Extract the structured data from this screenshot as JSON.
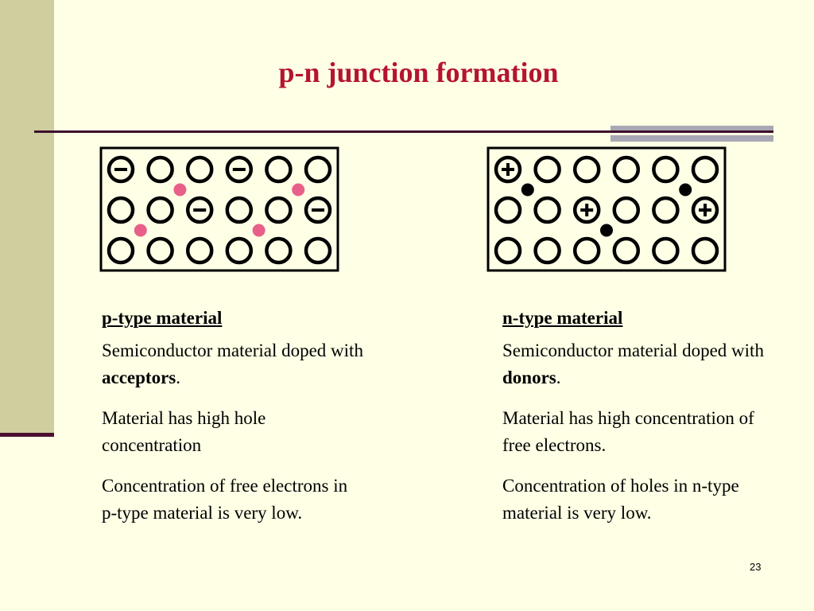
{
  "slide": {
    "title": "p-n junction formation",
    "page_number": "23"
  },
  "p_type": {
    "heading": "p-type material",
    "line1": "Semiconductor material doped with ",
    "line1_bold": "acceptors",
    "line1_end": ".",
    "line2": "Material has high hole concentration",
    "line3": "Concentration of free electrons in p-type material is very low."
  },
  "n_type": {
    "heading": "n-type material",
    "line1": "Semiconductor material doped with ",
    "line1_bold": "donors",
    "line1_end": ".",
    "line2": "Material has high concentration of free electrons.",
    "line3": "Concentration of holes in n-type material is very low."
  },
  "lattice": {
    "rows": 3,
    "cols": 6,
    "p_charged_atoms": [
      [
        0,
        0
      ],
      [
        0,
        3
      ],
      [
        1,
        2
      ],
      [
        1,
        5
      ]
    ],
    "n_charged_atoms": [
      [
        0,
        0
      ],
      [
        1,
        2
      ],
      [
        1,
        5
      ]
    ],
    "p_hole_positions": [
      [
        0.5,
        1.5
      ],
      [
        0.5,
        4.5
      ],
      [
        1.5,
        0.5
      ],
      [
        1.5,
        3.5
      ]
    ],
    "n_electron_positions": [
      [
        0.5,
        0.5
      ],
      [
        0.5,
        4.5
      ],
      [
        1.5,
        2.5
      ]
    ],
    "p_charge_symbol": "−",
    "n_charge_symbol": "+"
  },
  "colors": {
    "title": "#B5142F",
    "hole": "#E8608A",
    "electron": "#000000",
    "side_band": "#CECE9E",
    "background": "#FFFFE6"
  }
}
